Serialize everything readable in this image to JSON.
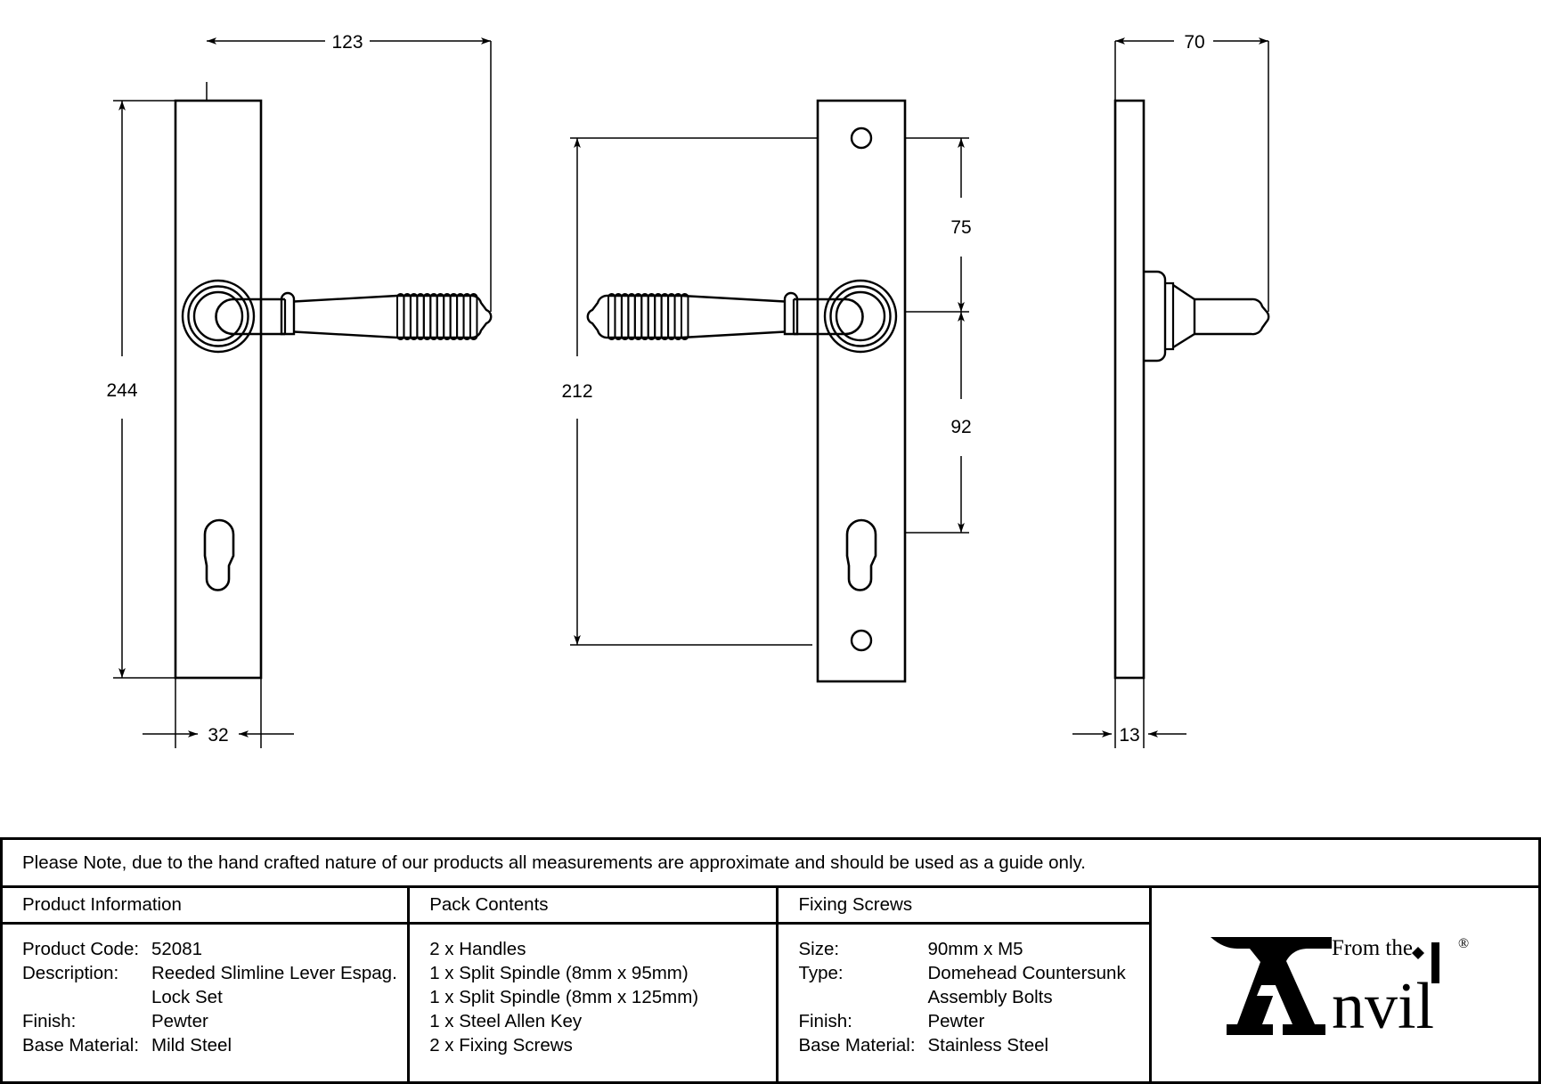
{
  "drawing": {
    "title": "Reeded Slimline Lever Espag. Lock Set technical drawing",
    "dimensions": {
      "front_width": "123",
      "front_height": "244",
      "backplate_width": "32",
      "rear_height": "212",
      "hole_to_spindle": "75",
      "spindle_to_cylinder": "92",
      "lever_projection": "70",
      "backplate_thickness": "13"
    },
    "views": [
      {
        "name": "front-view-left-hand",
        "label": ""
      },
      {
        "name": "front-view-right-hand",
        "label": ""
      },
      {
        "name": "side-profile-view",
        "label": ""
      }
    ]
  },
  "note": {
    "text": "Please Note, due to the hand crafted nature of our products all measurements are approximate and should be used as a guide only."
  },
  "product_information": {
    "heading": "Product Information",
    "rows": [
      {
        "key": "Product Code:",
        "value": "52081"
      },
      {
        "key": "Description:",
        "value": "Reeded Slimline Lever Espag."
      },
      {
        "key": "",
        "value": "Lock Set"
      },
      {
        "key": "Finish:",
        "value": "Pewter"
      },
      {
        "key": "Base Material:",
        "value": "Mild Steel"
      }
    ]
  },
  "pack_contents": {
    "heading": "Pack Contents",
    "items": [
      "2 x Handles",
      "1 x Split Spindle (8mm x 95mm)",
      "1 x Split Spindle (8mm x 125mm)",
      "1 x Steel Allen Key",
      "2 x Fixing Screws"
    ]
  },
  "fixing_screws": {
    "heading": "Fixing Screws",
    "rows": [
      {
        "key": "Size:",
        "value": "90mm x M5"
      },
      {
        "key": "Type:",
        "value": "Domehead Countersunk"
      },
      {
        "key": "",
        "value": "Assembly Bolts"
      },
      {
        "key": "Finish:",
        "value": "Pewter"
      },
      {
        "key": "Base Material:",
        "value": "Stainless Steel"
      }
    ]
  },
  "logo": {
    "line1": "From the",
    "line2": "Anvil",
    "registered": "®",
    "name": "from-the-anvil-logo"
  },
  "colors": {
    "line": "#000000",
    "background": "#ffffff"
  }
}
